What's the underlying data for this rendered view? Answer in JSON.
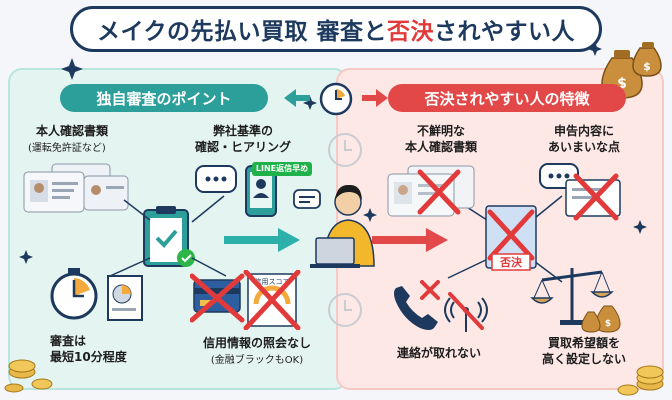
{
  "title": {
    "part1": "メイクの先払い買取 審査と",
    "part2": "否決",
    "part3": "されやすい人"
  },
  "left": {
    "heading": "独自審査のポイント",
    "items": [
      {
        "line1": "本人確認書類",
        "line2": "(運転免許証など)"
      },
      {
        "line1": "弊社基準の",
        "line2": "確認・ヒアリング"
      },
      {
        "line1": "審査は",
        "line2": "最短10分程度"
      },
      {
        "line1": "信用情報の照会なし",
        "line2": "(金融ブラックもOK)"
      }
    ],
    "line_badge": "LINE返信早め",
    "score_card": "信用スコア"
  },
  "right": {
    "heading": "否決されやすい人の特徴",
    "items": [
      {
        "line1": "不鮮明な",
        "line2": "本人確認書類"
      },
      {
        "line1": "申告内容に",
        "line2": "あいまいな点"
      },
      {
        "line1": "連絡が取れない"
      },
      {
        "line1": "買取希望額を",
        "line2": "高く設定しない"
      }
    ],
    "stamp": "否決"
  },
  "colors": {
    "navy": "#1d3a5e",
    "teal": "#2d9f9a",
    "red": "#e24848",
    "cross": "#e23a3a"
  }
}
